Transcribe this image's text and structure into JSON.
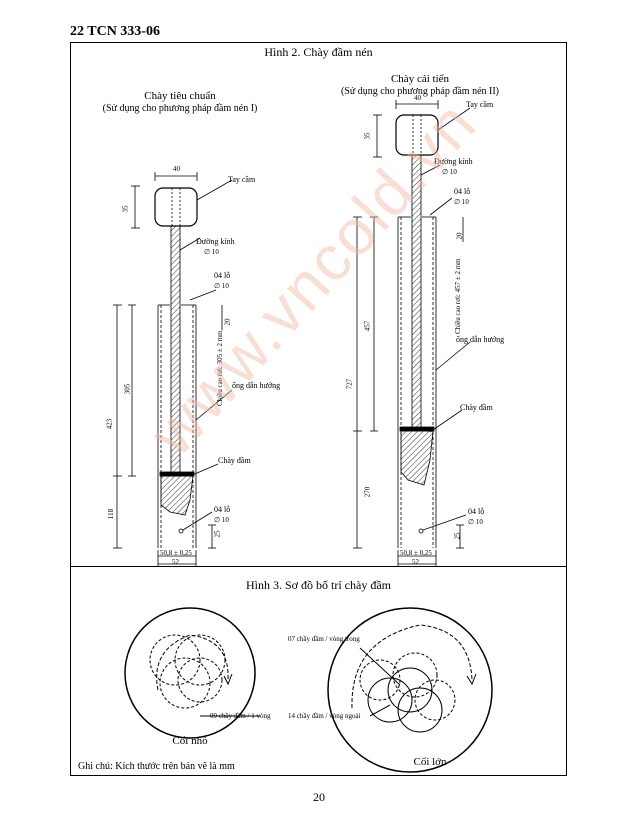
{
  "header": {
    "standard_code": "22 TCN 333-06"
  },
  "figure2": {
    "title": "Hình 2. Chày đầm nén",
    "standard_rammer": {
      "title": "Chày tiêu chuẩn",
      "subtitle": "(Sử dụng cho phương pháp đầm nén I)",
      "handle_label": "Tay cầm",
      "diameter_label": "Đường kính",
      "diameter_value": "∅ 10",
      "holes_label": "04 lỗ",
      "holes_value": "∅ 10",
      "drop_height": "Chiều cao rơi: 305 ± 2 mm",
      "guide_tube": "ống dẫn hướng",
      "rammer_label": "Chày đầm",
      "dims": {
        "width": "40",
        "handle_h": "35",
        "tube_h": "423",
        "drop": "305",
        "base": "118",
        "gap": "20",
        "bottom": "25",
        "foot_w": "50,8 ± 0,25",
        "foot_outer": "52"
      }
    },
    "improved_rammer": {
      "title": "Chày cải tiến",
      "subtitle": "(Sử dụng cho phương pháp đầm nén II)",
      "handle_label": "Tay cầm",
      "diameter_label": "Đường kính",
      "diameter_value": "∅ 10",
      "holes_label": "04 lỗ",
      "holes_value": "∅ 10",
      "drop_height": "Chiều cao rơi: 457 ± 2 mm",
      "guide_tube": "ống dẫn hướng",
      "rammer_label": "Chày đầm",
      "dims": {
        "width": "40",
        "handle_h": "35",
        "tube_h": "727",
        "drop": "457",
        "base": "270",
        "gap": "20",
        "bottom": "25",
        "foot_w": "50,8 ± 0,25",
        "foot_outer": "52"
      }
    }
  },
  "figure3": {
    "title": "Hình 3. Sơ đồ bố trí chày đầm",
    "small_mold": {
      "label": "Cối nhỏ",
      "note": "09 chầy đầm / 1 vòng"
    },
    "large_mold": {
      "label": "Cối lớn",
      "note_inner": "07 chầy đầm / vòng trong",
      "note_outer": "14 chầy đầm / vòng ngoài"
    }
  },
  "footer": {
    "note": "Ghi chú: Kích thước trên bản vẽ là mm",
    "page_number": "20"
  },
  "watermark": "www.vncold.vn"
}
